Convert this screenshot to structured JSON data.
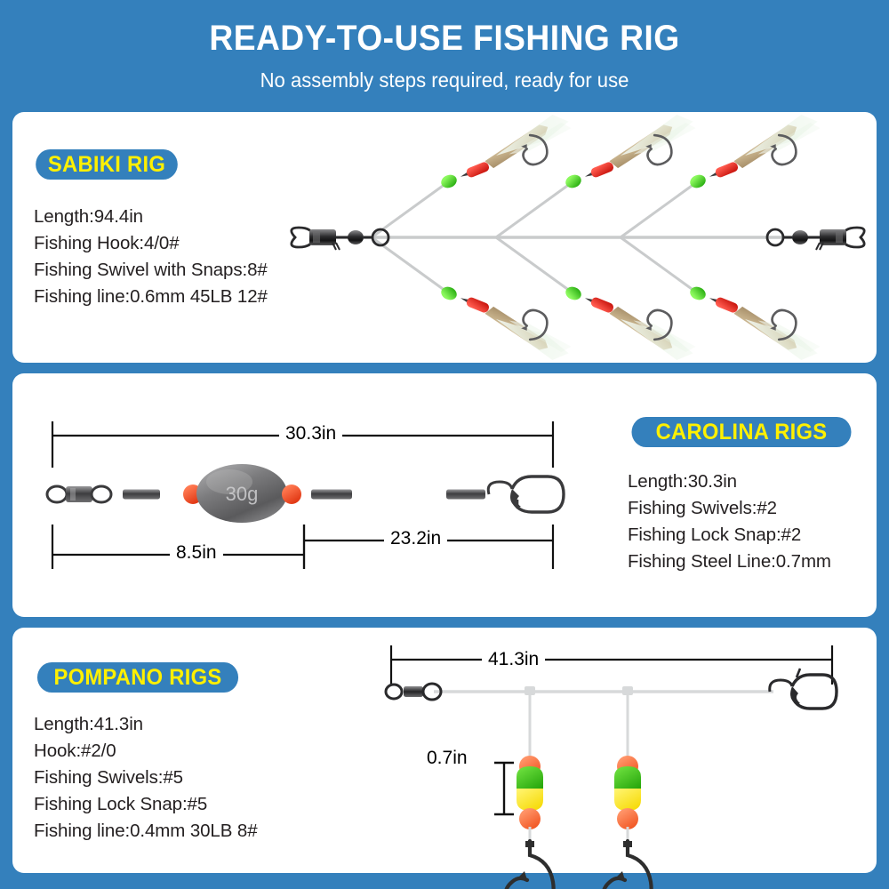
{
  "header": {
    "title": "READY-TO-USE FISHING RIG",
    "subtitle": "No assembly steps required, ready for use"
  },
  "cards": [
    {
      "id": "sabiki",
      "badge": "SABIKI RIG",
      "specs": [
        "Length:94.4in",
        "Fishing Hook:4/0#",
        "Fishing Swivel with Snaps:8#",
        "Fishing line:0.6mm 45LB 12#"
      ],
      "diagram": {
        "branch_count": 6,
        "bead_color": "#3DC21C",
        "head_color": "#E8211A",
        "fly_color": "#C9B48E",
        "line_color": "#C9CBCC"
      }
    },
    {
      "id": "carolina",
      "badge": "CAROLINA RIGS",
      "specs": [
        "Length:30.3in",
        "Fishing Swivels:#2",
        "Fishing Lock Snap:#2",
        "Fishing Steel Line:0.7mm"
      ],
      "diagram": {
        "total_label": "30.3in",
        "left_label": "8.5in",
        "right_label": "23.2in",
        "sinker_label": "30g",
        "bead_color": "#F4451E",
        "sinker_color": "#6E6E70"
      }
    },
    {
      "id": "pompano",
      "badge": "POMPANO RIGS",
      "specs": [
        "Length:41.3in",
        "Hook:#2/0",
        "Fishing Swivels:#5",
        "Fishing Lock Snap:#5",
        "Fishing line:0.4mm 30LB 8#"
      ],
      "diagram": {
        "total_label": "41.3in",
        "float_label": "0.7in",
        "dropper_count": 2,
        "bead_color": "#FA6A3C",
        "float_top_color": "#3DC21C",
        "float_bottom_color": "#FFE81A",
        "hook_color": "#2E2E2E"
      }
    }
  ],
  "colors": {
    "background": "#3480BC",
    "card": "#FFFFFF",
    "badge_bg": "#3480BC",
    "badge_text": "#FFF000",
    "body_text": "#231F20"
  }
}
